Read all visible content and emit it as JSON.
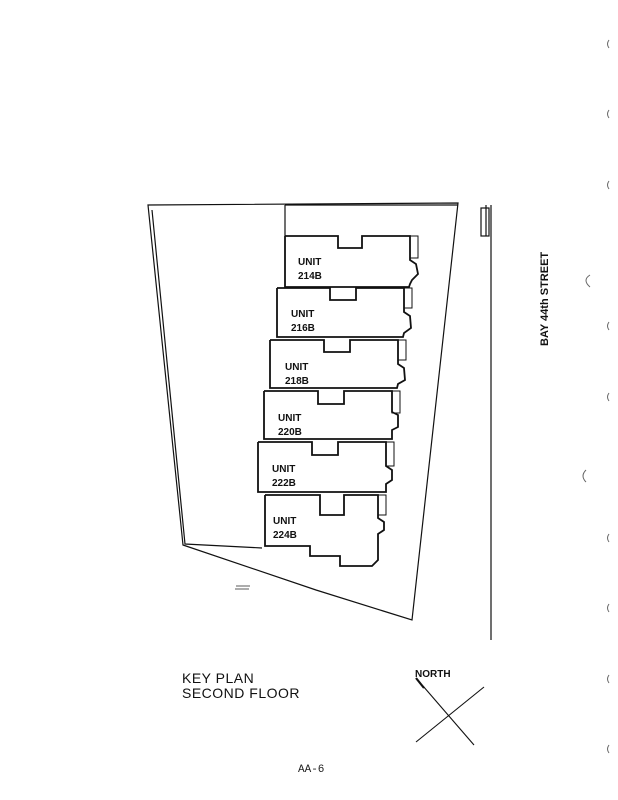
{
  "plan": {
    "title_line1": "KEY PLAN",
    "title_line2": "SECOND FLOOR",
    "street_label": "BAY 44th STREET",
    "north_label": "NORTH",
    "page_number": "AA-6"
  },
  "units": [
    {
      "word": "UNIT",
      "number": "214B"
    },
    {
      "word": "UNIT",
      "number": "216B"
    },
    {
      "word": "UNIT",
      "number": "218B"
    },
    {
      "word": "UNIT",
      "number": "220B"
    },
    {
      "word": "UNIT",
      "number": "222B"
    },
    {
      "word": "UNIT",
      "number": "224B"
    }
  ],
  "colors": {
    "ink": "#111111",
    "paper": "#ffffff"
  }
}
